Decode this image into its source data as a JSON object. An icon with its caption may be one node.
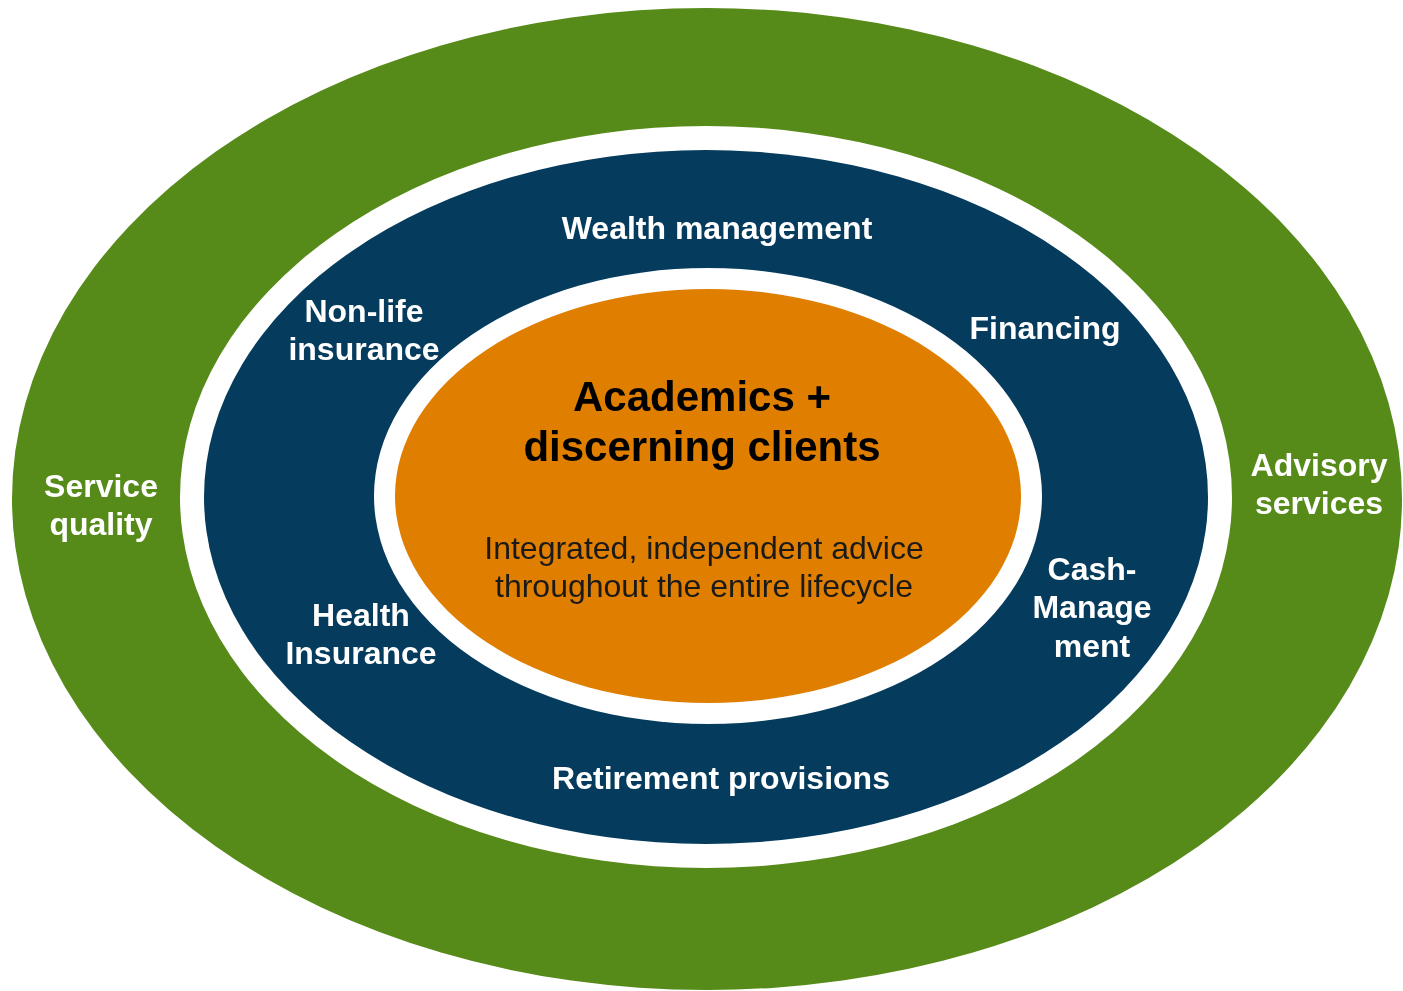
{
  "diagram": {
    "nodes": [
      {
        "text": [
          "Service quality",
          "Advisory services"
        ]
      },
      {
        "text": [
          "Wealth management",
          "Non-life insurance",
          "Financing",
          "Health Insurance",
          "Cash- Manage ment",
          "Retirement provisions"
        ],
        "in": 0
      },
      {
        "text": [
          "Academics + discerning clients",
          "Integrated, independent advice throughout the entire lifecycle"
        ],
        "in": 1
      }
    ]
  }
}
